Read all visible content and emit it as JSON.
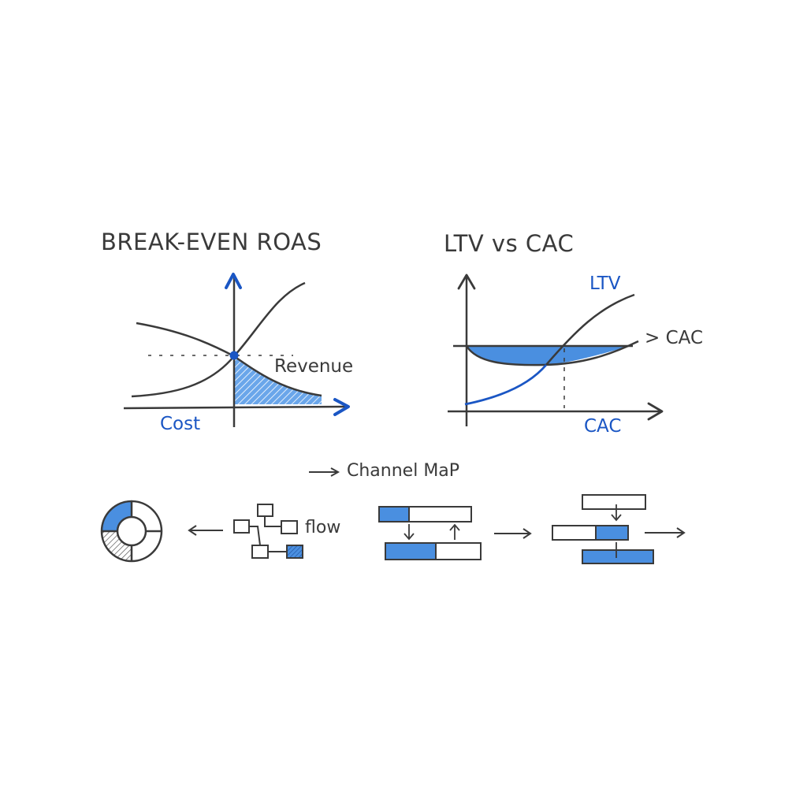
{
  "colors": {
    "ink": "#3a3a3a",
    "accent_blue": "#1a56c4",
    "fill_blue": "#4a8fe0",
    "background": "#ffffff"
  },
  "break_even": {
    "title": "BREAK-EVEN ROAS",
    "revenue_label": "Revenue",
    "cost_label": "Cost"
  },
  "ltv_cac": {
    "title": "LTV vs CAC",
    "ltv_label": "LTV",
    "cac_curve_label": "> CAC",
    "cac_axis_label": "CAC"
  },
  "channel_map": {
    "label": "Channel MaP",
    "flow_label": "flow"
  },
  "chart_data": [
    {
      "type": "line",
      "title": "BREAK-EVEN ROAS",
      "xlabel": "Cost",
      "ylabel": "",
      "series": [
        {
          "name": "Revenue",
          "shape": "decreasing-s-curve"
        },
        {
          "name": "Cost",
          "shape": "increasing-s-curve"
        }
      ],
      "annotations": [
        "break-even point at intersection on y-axis",
        "dashed horizontal line at break-even",
        "hatched blue area under Revenue right of y-axis"
      ]
    },
    {
      "type": "line",
      "title": "LTV vs CAC",
      "xlabel": "CAC",
      "ylabel": "",
      "series": [
        {
          "name": "LTV",
          "shape": "increasing-s-curve"
        },
        {
          "name": "CAC",
          "shape": "shallow-u-curve"
        }
      ],
      "annotations": [
        "blue filled region between horizontal line and CAC curve",
        "dashed vertical line at LTV/CAC crossover"
      ]
    }
  ]
}
